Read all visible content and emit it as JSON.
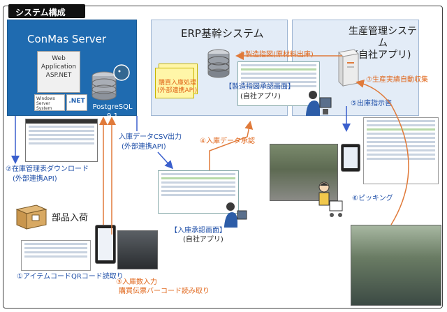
{
  "title": "システム構成",
  "conmas": {
    "name": "ConMas Server",
    "webapp_lines": [
      "Web",
      "Application",
      "ASP.NET"
    ],
    "windows_logo": "Windows Server System",
    "net_logo": ".NET",
    "db_lines": [
      "PostgreSQL",
      "9.1",
      "Database"
    ]
  },
  "erp": {
    "name": "ERP基幹システム",
    "note_lines": [
      "購買入庫処理",
      "(外部連携API)"
    ]
  },
  "prod": {
    "name_lines": [
      "生産管理システム",
      "(自社アプリ)"
    ]
  },
  "steps": {
    "s1": "①アイテムコードQRコード読取り",
    "s2_lines": [
      "②在庫管理表ダウンロード",
      "(外部連携API)"
    ],
    "s3_lines": [
      "③入庫数入力",
      "購買伝票バーコード読み取り"
    ],
    "s4": "④入庫データ承認",
    "s5": "⑤出庫指示書",
    "s6": "⑥ピッキング",
    "s7": "⑦生産実績自動収集",
    "s8": "⑧製造指図(原材料出庫)"
  },
  "labels": {
    "csv_lines": [
      "入庫データCSV出力",
      "(外部連携API)"
    ],
    "mfg_screen_lines": [
      "【製造指図承認画面】",
      "(自社アプリ)"
    ],
    "receipt_screen_lines": [
      "【入庫承認画面】",
      "(自社アプリ)"
    ],
    "parts": "部品入荷"
  },
  "colors": {
    "conmas_bg": "#1f6bb0",
    "system_bg": "#e3ecf7",
    "step_orange": "#e0661a",
    "label_blue": "#1f4fa8",
    "arrow_blue": "#3a5fcd",
    "arrow_orange": "#e07a3a"
  }
}
